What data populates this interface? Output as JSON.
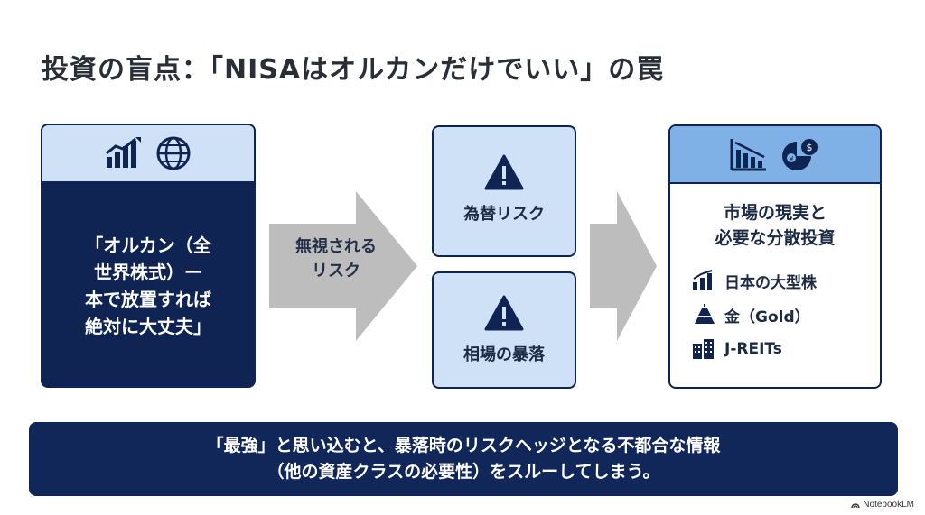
{
  "title": "投資の盲点：「NISAはオルカンだけでいい」の罠",
  "left_card": {
    "icons": [
      "growth-chart-icon",
      "globe-icon"
    ],
    "text": "「オルカン（全\n世界株式）ー\n本で放置すれば\n絶対に大丈夫」"
  },
  "arrow_label": "無視される\nリスク",
  "risks": [
    {
      "icon": "warning-icon",
      "label": "為替リスク"
    },
    {
      "icon": "warning-icon",
      "label": "相場の暴落"
    }
  ],
  "right_card": {
    "icons": [
      "declining-chart-icon",
      "pie-chart-currency-icon"
    ],
    "title": "市場の現実と\n必要な分散投資",
    "items": [
      {
        "icon": "stock-growth-icon",
        "label": "日本の大型株"
      },
      {
        "icon": "gold-bars-icon",
        "label": "金（Gold）"
      },
      {
        "icon": "buildings-icon",
        "label": "J-REITs"
      }
    ]
  },
  "bottom_text": "「最強」と思い込むと、暴落時のリスクヘッジとなる不都合な情報\n（他の資産クラスの必要性）をスルーしてしまう。",
  "brand": "NotebookLM",
  "colors": {
    "navy": "#0f2453",
    "light_blue": "#cfe1f6",
    "mid_blue": "#7fb1e6",
    "arrow_gray": "#bdbdbd"
  }
}
